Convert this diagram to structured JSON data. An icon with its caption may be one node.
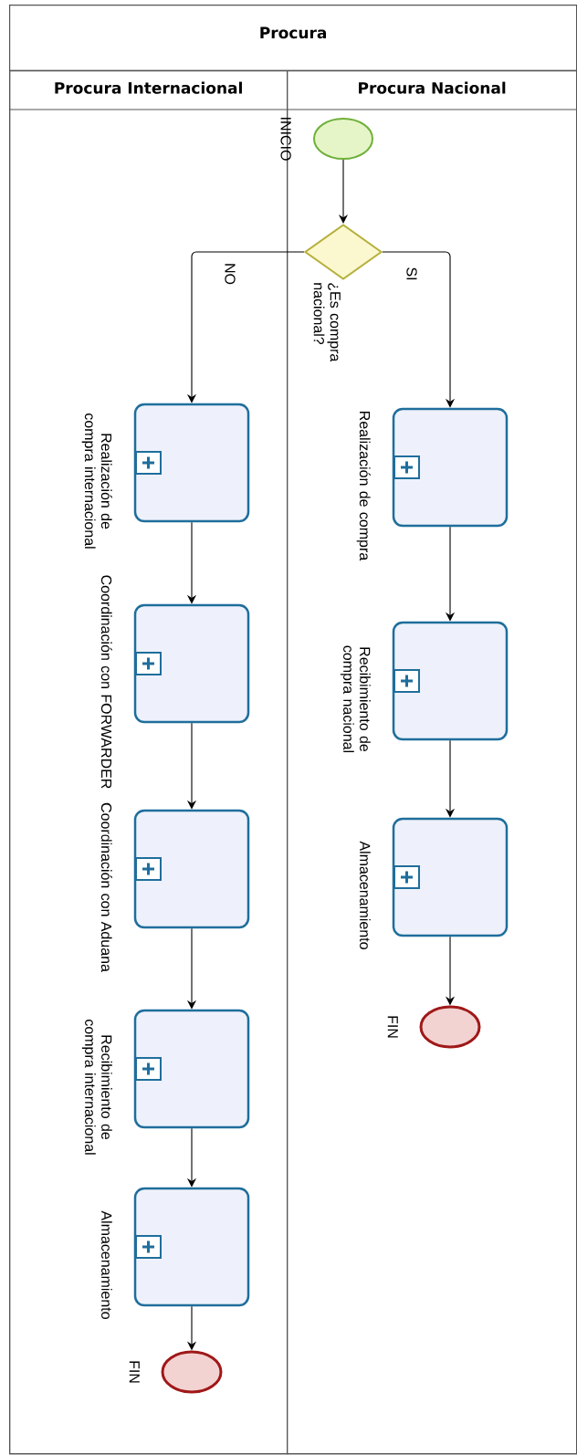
{
  "diagram": {
    "nodes": [
      {
        "text": [
          "Procura"
        ]
      },
      {
        "text": [
          "Procura Internacional"
        ],
        "in": 0
      },
      {
        "text": [
          "Procura Nacional"
        ],
        "in": 0
      },
      {
        "text": [],
        "shape": "circle",
        "beside": [
          "INICIO"
        ],
        "in": 2
      },
      {
        "text": [],
        "shape": "diamond",
        "beside": [
          "¿Es compra nacional?"
        ],
        "in": 2
      },
      {
        "text": [],
        "shape": "box",
        "beside": [
          "Realización de compra internacional"
        ],
        "in": 1
      },
      {
        "text": [],
        "shape": "box",
        "beside": [
          "Coordinación con FORWARDER"
        ],
        "in": 1
      },
      {
        "text": [],
        "shape": "box",
        "beside": [
          "Coordinación con Aduana"
        ],
        "in": 1
      },
      {
        "text": [],
        "shape": "box",
        "beside": [
          "Recibimiento de compra internacional"
        ],
        "in": 1
      },
      {
        "text": [],
        "shape": "box",
        "beside": [
          "Almacenamiento"
        ],
        "in": 1
      },
      {
        "text": [],
        "shape": "circle",
        "beside": [
          "FIN"
        ],
        "in": 1
      },
      {
        "text": [],
        "shape": "box",
        "beside": [
          "Realización de compra"
        ],
        "in": 2
      },
      {
        "text": [],
        "shape": "box",
        "beside": [
          "Recibimiento de compra nacional"
        ],
        "in": 2
      },
      {
        "text": [],
        "shape": "box",
        "beside": [
          "Almacenamiento"
        ],
        "in": 2
      },
      {
        "text": [],
        "shape": "circle",
        "beside": [
          "FIN"
        ],
        "in": 2
      }
    ],
    "edges": [
      {
        "from": 3,
        "to": 4,
        "arrow": "to"
      },
      {
        "from": 4,
        "to": 5,
        "arrow": "to",
        "label": "NO"
      },
      {
        "from": 5,
        "to": 6,
        "arrow": "to"
      },
      {
        "from": 6,
        "to": 7,
        "arrow": "to"
      },
      {
        "from": 7,
        "to": 8,
        "arrow": "to"
      },
      {
        "from": 8,
        "to": 9,
        "arrow": "to"
      },
      {
        "from": 9,
        "to": 10,
        "arrow": "to"
      },
      {
        "from": 4,
        "to": 11,
        "arrow": "to",
        "label": "SI"
      },
      {
        "from": 11,
        "to": 12,
        "arrow": "to"
      },
      {
        "from": 12,
        "to": 13,
        "arrow": "to"
      },
      {
        "from": 13,
        "to": 14,
        "arrow": "to"
      }
    ]
  }
}
